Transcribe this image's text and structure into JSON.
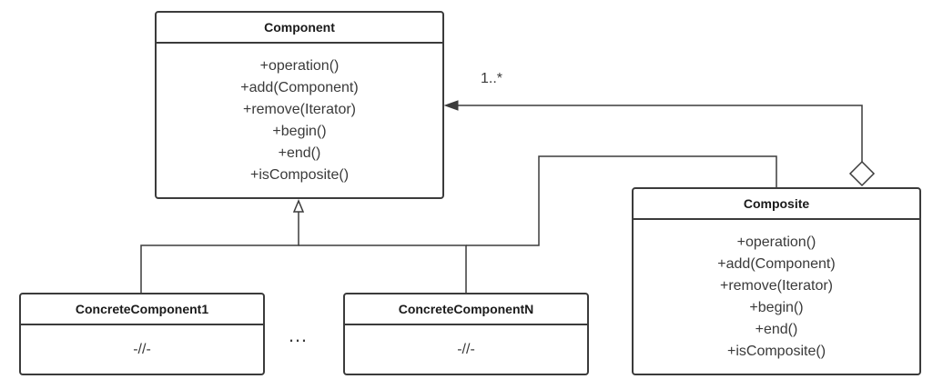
{
  "diagram": {
    "classes": {
      "component": {
        "name": "Component",
        "methods": [
          "+operation()",
          "+add(Component)",
          "+remove(Iterator)",
          "+begin()",
          "+end()",
          "+isComposite()"
        ]
      },
      "composite": {
        "name": "Composite",
        "methods": [
          "+operation()",
          "+add(Component)",
          "+remove(Iterator)",
          "+begin()",
          "+end()",
          "+isComposite()"
        ]
      },
      "concrete_component_1": {
        "name": "ConcreteComponent1",
        "body": "-//-"
      },
      "concrete_component_n": {
        "name": "ConcreteComponentN",
        "body": "-//-"
      }
    },
    "multiplicity": "1..*",
    "ellipsis": "…",
    "colors": {
      "line": "#3b3b3b",
      "text": "#3a3a3a"
    }
  }
}
